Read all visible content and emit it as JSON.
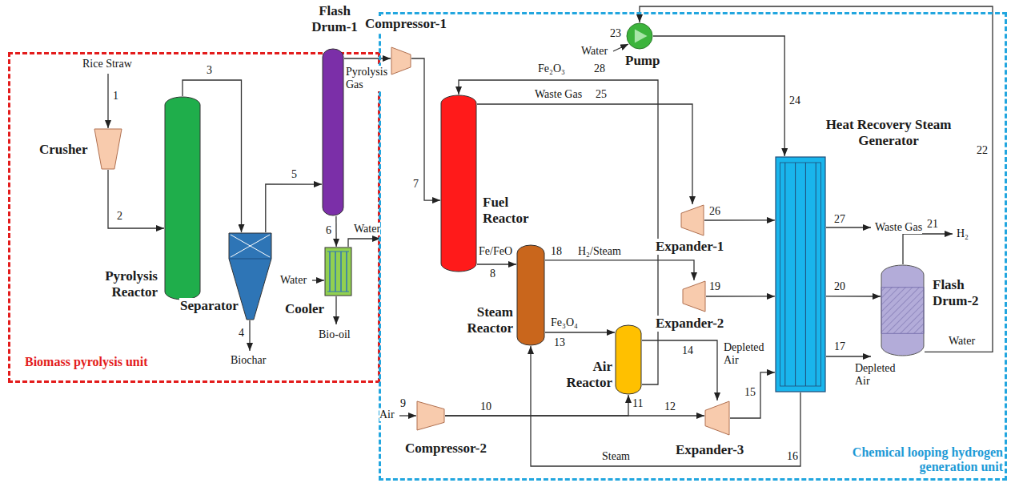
{
  "diagram": {
    "nodes": [
      {
        "text": [
          "Biomass pyrolysis unit"
        ]
      },
      {
        "text": [
          "Crusher"
        ],
        "in": 0
      },
      {
        "text": [
          "Pyrolysis Reactor"
        ],
        "in": 0
      },
      {
        "text": [
          "Separator"
        ],
        "in": 0
      },
      {
        "text": [
          "Flash Drum-1"
        ],
        "in": 0
      },
      {
        "text": [
          "Cooler"
        ],
        "in": 0
      },
      {
        "text": [
          "Chemical looping hydrogen generation unit"
        ]
      },
      {
        "text": [
          "Compressor-1"
        ],
        "in": 6
      },
      {
        "text": [
          "Fuel Reactor"
        ],
        "in": 6
      },
      {
        "text": [
          "Steam Reactor"
        ],
        "in": 6
      },
      {
        "text": [
          "Air Reactor"
        ],
        "in": 6
      },
      {
        "text": [
          "Compressor-2"
        ],
        "in": 6
      },
      {
        "text": [
          "Expander-1"
        ],
        "in": 6
      },
      {
        "text": [
          "Expander-2"
        ],
        "in": 6
      },
      {
        "text": [
          "Expander-3"
        ],
        "in": 6
      },
      {
        "text": [
          "Pump"
        ],
        "in": 6
      },
      {
        "text": [
          "Heat Recovery Steam Generator"
        ],
        "in": 6
      },
      {
        "text": [
          "Flash Drum-2"
        ],
        "in": 6
      }
    ],
    "edges": [
      {
        "from": 1,
        "to": 2,
        "arrow": "to"
      },
      {
        "from": 2,
        "to": 3,
        "arrow": "to"
      },
      {
        "from": 3,
        "to": 4,
        "arrow": "to"
      },
      {
        "from": 4,
        "to": 5,
        "arrow": "to"
      },
      {
        "from": 4,
        "to": 7,
        "arrow": "to"
      },
      {
        "from": 7,
        "to": 8,
        "arrow": "to"
      },
      {
        "from": 8,
        "to": 9,
        "arrow": "to"
      },
      {
        "from": 8,
        "to": 12,
        "arrow": "to"
      },
      {
        "from": 12,
        "to": 16,
        "arrow": "to"
      },
      {
        "from": 9,
        "to": 13,
        "arrow": "to"
      },
      {
        "from": 13,
        "to": 16,
        "arrow": "to"
      },
      {
        "from": 9,
        "to": 10,
        "arrow": "to"
      },
      {
        "from": 10,
        "to": 8,
        "arrow": "to"
      },
      {
        "from": 11,
        "to": 10,
        "arrow": "to"
      },
      {
        "from": 11,
        "to": 14,
        "arrow": "to"
      },
      {
        "from": 10,
        "to": 14,
        "arrow": "to"
      },
      {
        "from": 14,
        "to": 16,
        "arrow": "to"
      },
      {
        "from": 16,
        "to": 9,
        "arrow": "to"
      },
      {
        "from": 16,
        "to": 17,
        "arrow": "to"
      },
      {
        "from": 17,
        "to": 15,
        "arrow": "to"
      },
      {
        "from": 15,
        "to": 16,
        "arrow": "to"
      }
    ],
    "labels": [
      "Rice Straw",
      "1",
      "2",
      "3",
      "4",
      "Biochar",
      "5",
      "6",
      "Water",
      "Water",
      "Bio-oil",
      "Pyrolysis Gas",
      "7",
      "Fe₂O₃",
      "28",
      "Waste Gas",
      "25",
      "26",
      "Fe/FeO",
      "8",
      "18",
      "H₂/Steam",
      "19",
      "Fe₃O₄",
      "13",
      "14",
      "Depleted Air",
      "15",
      "Air",
      "9",
      "10",
      "11",
      "12",
      "Steam",
      "16",
      "Water",
      "23",
      "24",
      "22",
      "27",
      "Waste Gas",
      "20",
      "17",
      "Depleted Air",
      "21",
      "H₂",
      "Water"
    ]
  }
}
